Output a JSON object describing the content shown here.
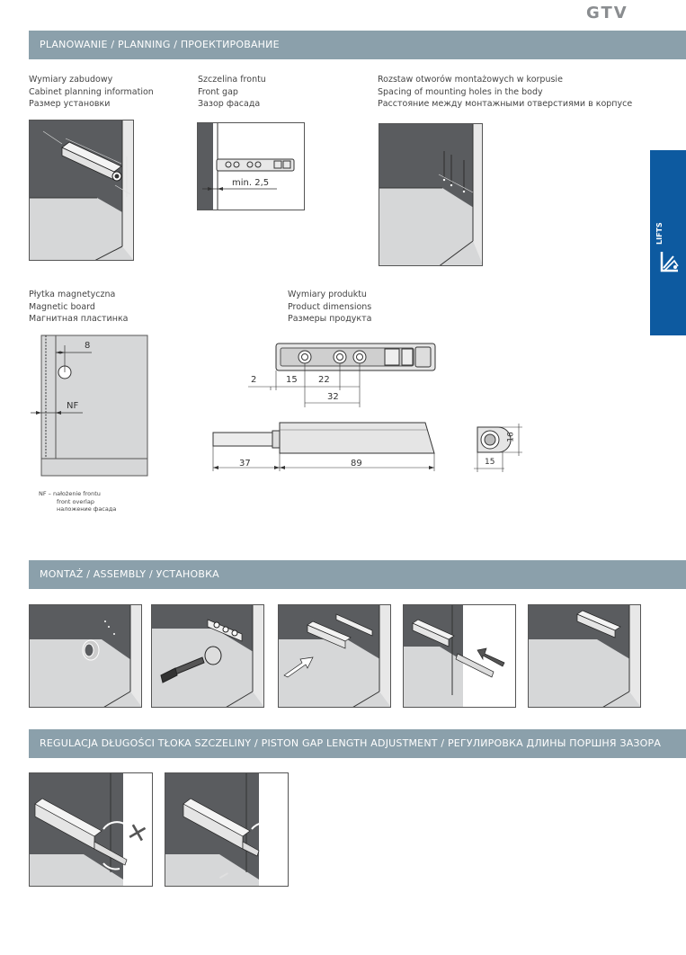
{
  "brand": "GTV",
  "side_tab": {
    "label": "LIFTS",
    "icon": "lift-arm-icon"
  },
  "sections": {
    "planning": "PLANOWANIE / PLANNING / ПРОЕКТИРОВАНИЕ",
    "assembly": "MONTAŻ / ASSEMBLY / УСТАНОВКА",
    "adjustment": "REGULACJA DŁUGOŚCI TŁOKA SZCZELINY / PISTON GAP LENGTH ADJUSTMENT / РЕГУЛИРОВКА ДЛИНЫ ПОРШНЯ ЗАЗОРА"
  },
  "captions": {
    "cabinet": [
      "Wymiary zabudowy",
      "Cabinet planning information",
      "Размер установки"
    ],
    "front_gap": [
      "Szczelina frontu",
      "Front gap",
      "Зазор фасада"
    ],
    "holes": [
      "Rozstaw otworów montażowych w korpusie",
      "Spacing of mounting holes in the body",
      "Расстояние между монтажными отверстиями в корпусе"
    ],
    "magnetic": [
      "Płytka magnetyczna",
      "Magnetic board",
      "Магнитная пластинка"
    ],
    "product": [
      "Wymiary produktu",
      "Product dimensions",
      "Размеры продукта"
    ]
  },
  "dims": {
    "min_gap": "min. 2,5",
    "magnet_8": "8",
    "nf": "NF",
    "d2": "2",
    "d15": "15",
    "d22": "22",
    "d32": "32",
    "d37": "37",
    "d89": "89",
    "d16": "16",
    "d15b": "15"
  },
  "nf_note": [
    "NF – nałożenie frontu",
    "front overlap",
    "наложение фасада"
  ],
  "adjust_signs": {
    "plus": "+",
    "minus": "–"
  }
}
